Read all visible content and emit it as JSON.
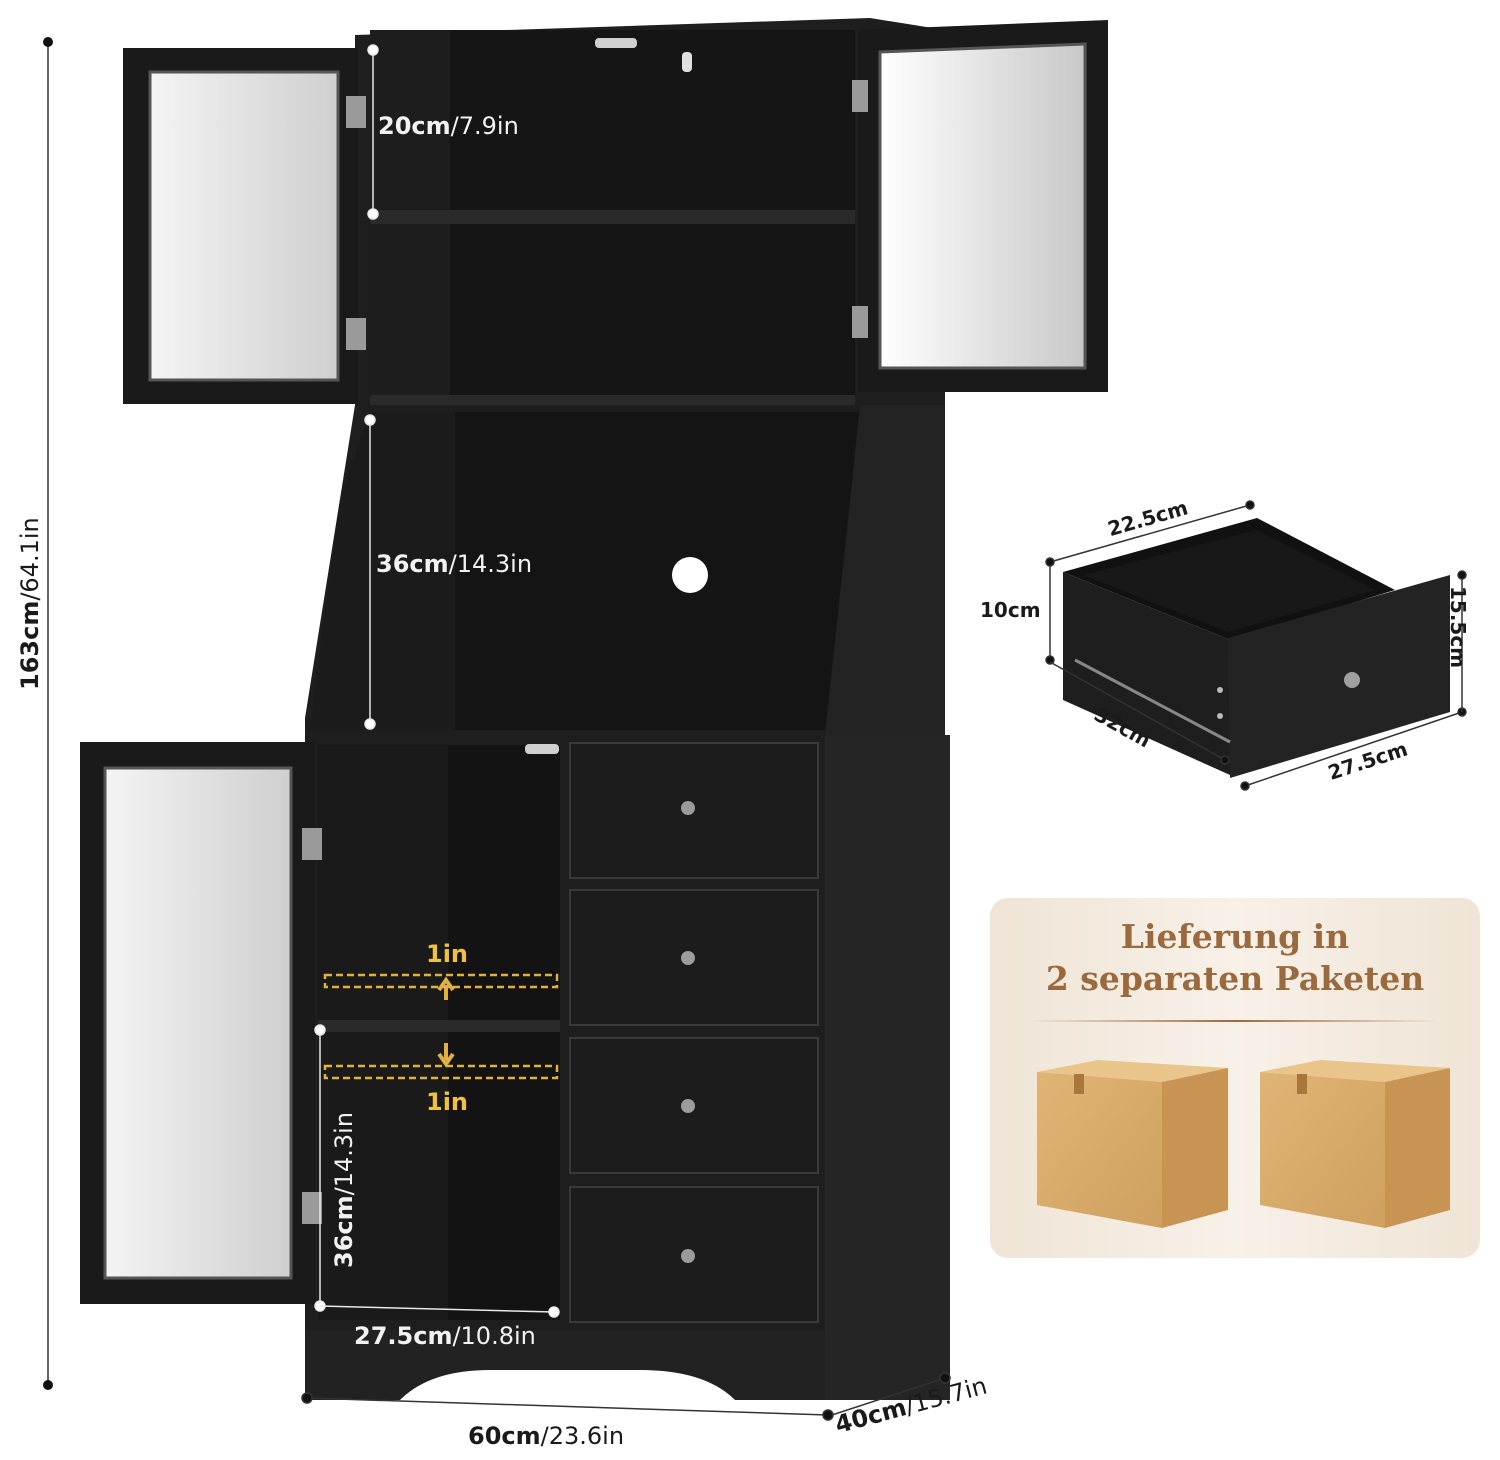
{
  "cabinet": {
    "height_bold": "163cm",
    "height_light": "/64.1in",
    "top_shelf_bold": "20cm",
    "top_shelf_light": "/7.9in",
    "middle_bold": "36cm",
    "middle_light": "/14.3in",
    "lower_bold": "36cm",
    "lower_light": "/14.3in",
    "lower_width_bold": "27.5cm",
    "lower_width_light": "/10.8in",
    "adjust_up": "1in",
    "adjust_down": "1in",
    "width_bold": "60cm",
    "width_light": "/23.6in",
    "depth_bold": "40cm",
    "depth_light": "/15.7in"
  },
  "drawer": {
    "width": "22.5cm",
    "inner_height": "10cm",
    "front_height": "15.5cm",
    "depth": "32cm",
    "front_width": "27.5cm"
  },
  "package": {
    "line1": "Lieferung in",
    "line2": "2 separaten Paketen"
  },
  "colors": {
    "cabinet_body": "#1c1c1c",
    "glass": "#e8e8e8",
    "box": "#d9ac6b",
    "package_title": "#9a6a3e"
  }
}
